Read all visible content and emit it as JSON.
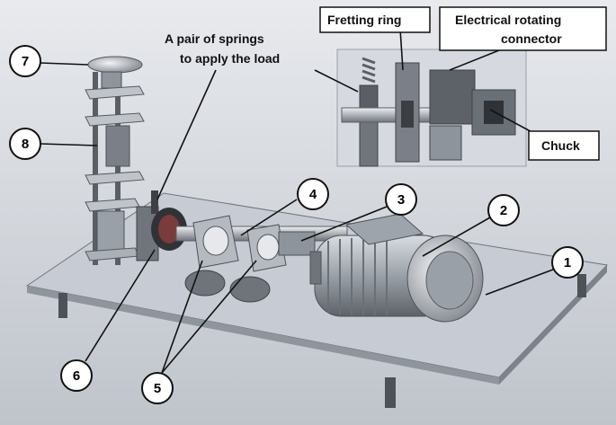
{
  "labels": {
    "springs_line1": "A pair of springs",
    "springs_line2": "to apply the load",
    "fretting_ring": "Fretting ring",
    "connector_line1": "Electrical rotating",
    "connector_line2": "connector",
    "chuck": "Chuck"
  },
  "callouts": {
    "n1": "1",
    "n2": "2",
    "n3": "3",
    "n4": "4",
    "n5": "5",
    "n6": "6",
    "n7": "7",
    "n8": "8"
  },
  "colors": {
    "base_plate": "#cfd4dc",
    "inset_bg": "#d9dde3",
    "metal_dark": "#5a5f66",
    "metal_mid": "#8e949b",
    "metal_light": "#c9cdd2",
    "motor": "#b7bcc2"
  }
}
